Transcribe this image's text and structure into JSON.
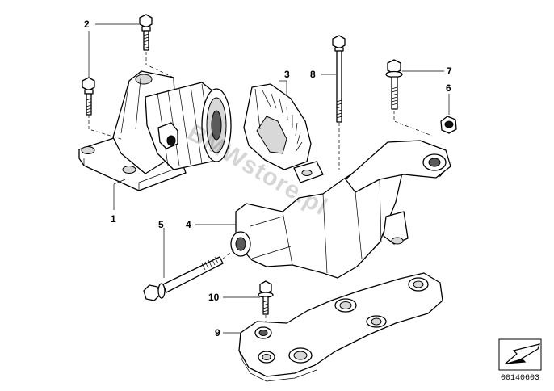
{
  "diagram": {
    "callouts": [
      {
        "id": "1",
        "label": "1"
      },
      {
        "id": "2",
        "label": "2"
      },
      {
        "id": "3",
        "label": "3"
      },
      {
        "id": "4",
        "label": "4"
      },
      {
        "id": "5",
        "label": "5"
      },
      {
        "id": "6",
        "label": "6"
      },
      {
        "id": "7",
        "label": "7"
      },
      {
        "id": "8",
        "label": "8"
      },
      {
        "id": "9",
        "label": "9"
      },
      {
        "id": "10",
        "label": "10"
      }
    ],
    "watermark": "BMWstore.pl",
    "reference_number": "00140603"
  },
  "icons": {
    "next_page": "arrow-down-left-icon"
  }
}
